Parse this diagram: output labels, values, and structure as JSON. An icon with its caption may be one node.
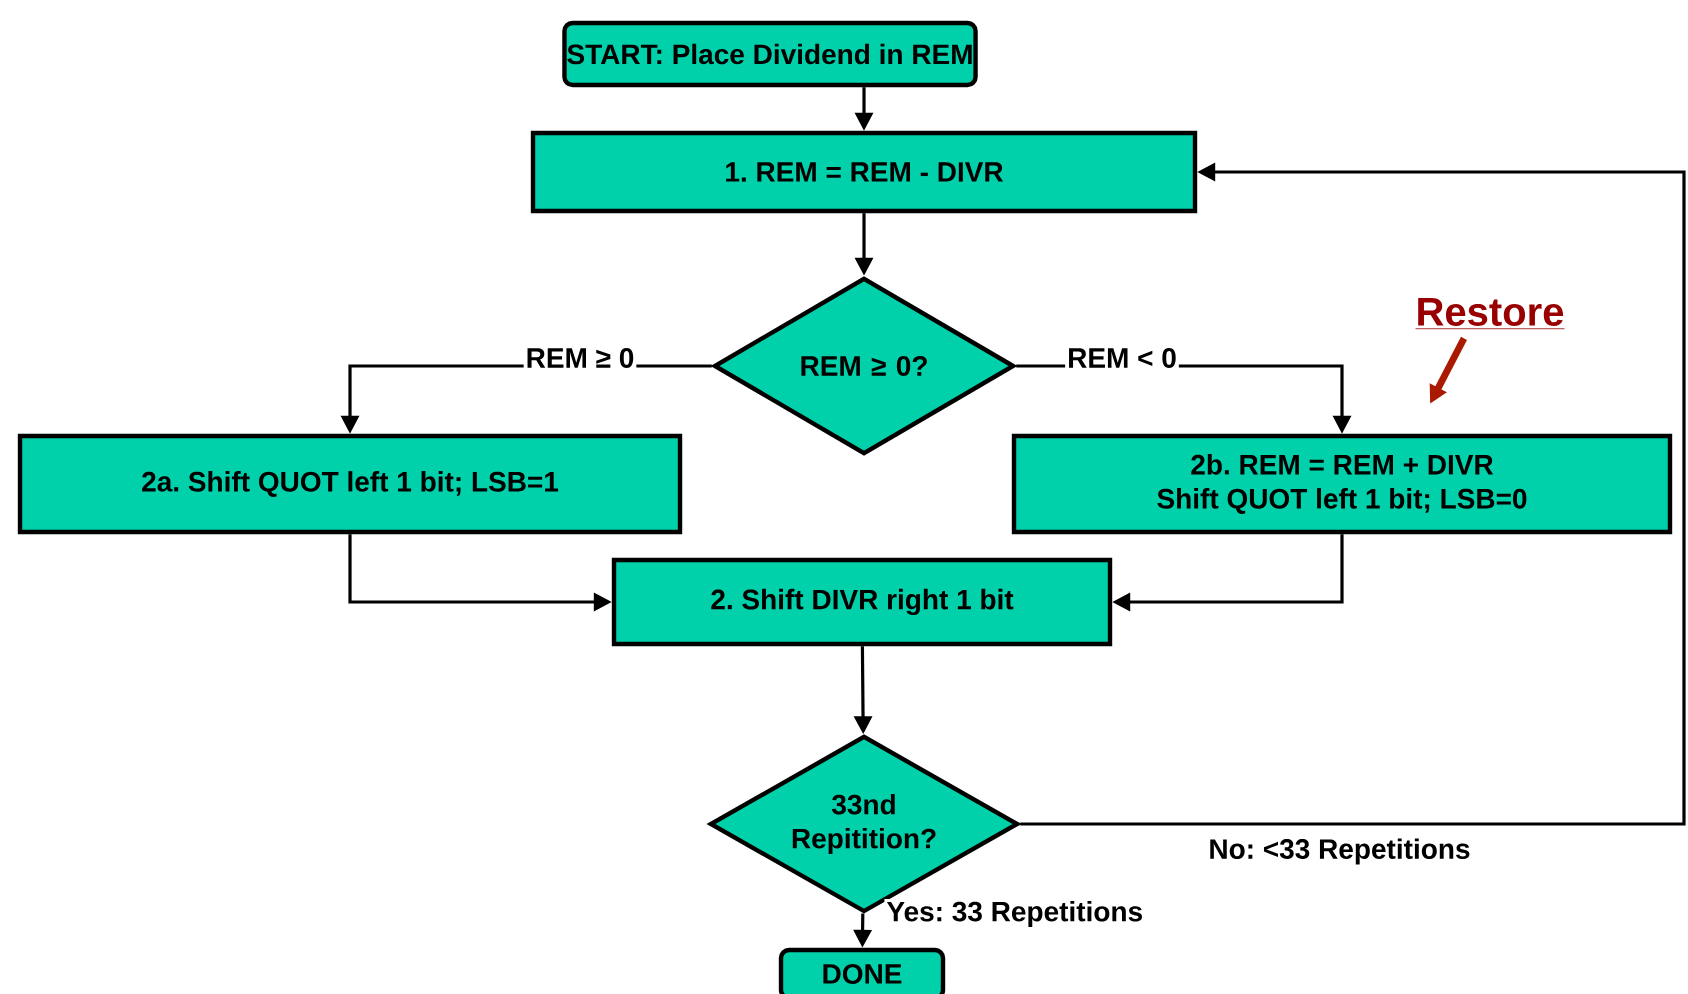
{
  "diagram": {
    "nodes": [
      {
        "text": [
          "START: Place Dividend in REM"
        ]
      },
      {
        "text": [
          "1. REM = REM - DIVR"
        ]
      },
      {
        "text": [
          "REM ≥ 0?"
        ]
      },
      {
        "text": [
          "2a. Shift QUOT left 1 bit; LSB=1"
        ]
      },
      {
        "text": [
          "2b. REM = REM + DIVR",
          "Shift QUOT left 1 bit; LSB=0"
        ]
      },
      {
        "text": [
          "2. Shift DIVR  right 1 bit"
        ]
      },
      {
        "text": [
          "33nd Repitition?"
        ]
      },
      {
        "text": [
          "DONE"
        ]
      },
      {
        "text": [
          "Restore"
        ]
      }
    ],
    "edges": [
      {
        "from": 0,
        "to": 1,
        "arrow": "to"
      },
      {
        "from": 1,
        "to": 2,
        "arrow": "to"
      },
      {
        "from": 2,
        "to": 3,
        "arrow": "to",
        "label": "REM  ≥ 0"
      },
      {
        "from": 2,
        "to": 4,
        "arrow": "to",
        "label": "REM < 0"
      },
      {
        "from": 3,
        "to": 5,
        "arrow": "to"
      },
      {
        "from": 4,
        "to": 5,
        "arrow": "to"
      },
      {
        "from": 5,
        "to": 6,
        "arrow": "to"
      },
      {
        "from": 6,
        "to": 1,
        "arrow": "to",
        "label": "No: <33 Repetitions"
      },
      {
        "from": 6,
        "to": 7,
        "arrow": "to",
        "label": "Yes: 33 Repetitions"
      },
      {
        "from": 8,
        "to": 4,
        "arrow": "to",
        "style": "thick",
        "color": "#aa1a00"
      }
    ]
  }
}
